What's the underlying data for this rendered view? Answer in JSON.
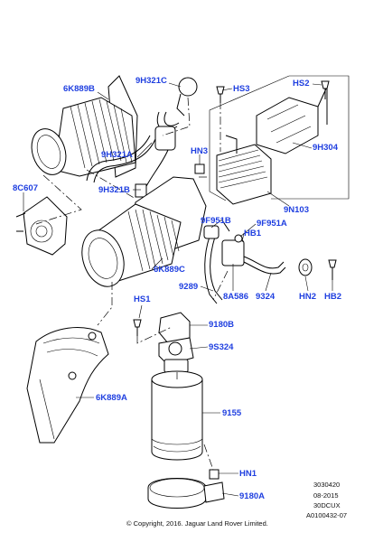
{
  "labels": {
    "p6K889B": "6K889B",
    "p9H321C": "9H321C",
    "pHS3": "HS3",
    "pHS2": "HS2",
    "p9H321A": "9H321A",
    "pHN3": "HN3",
    "p9H304": "9H304",
    "p8C607": "8C607",
    "p9H321B": "9H321B",
    "p9N103": "9N103",
    "p9F951B": "9F951B",
    "p9F951A": "9F951A",
    "pHB1": "HB1",
    "p6K889C": "6K889C",
    "p9289": "9289",
    "p8A586": "8A586",
    "p9324": "9324",
    "pHN2": "HN2",
    "pHB2": "HB2",
    "pHS1": "HS1",
    "p9180B": "9180B",
    "p9S324": "9S324",
    "p6K889A": "6K889A",
    "p9155": "9155",
    "pHN1": "HN1",
    "p9180A": "9180A"
  },
  "meta": {
    "code1": "3030420",
    "date": "08-2015",
    "code2": "30DCUX",
    "ref": "A0100432-07"
  },
  "copyright": "© Copyright, 2016. Jaguar Land Rover Limited.",
  "colors": {
    "label": "#1f3fe0",
    "line": "#000000"
  }
}
